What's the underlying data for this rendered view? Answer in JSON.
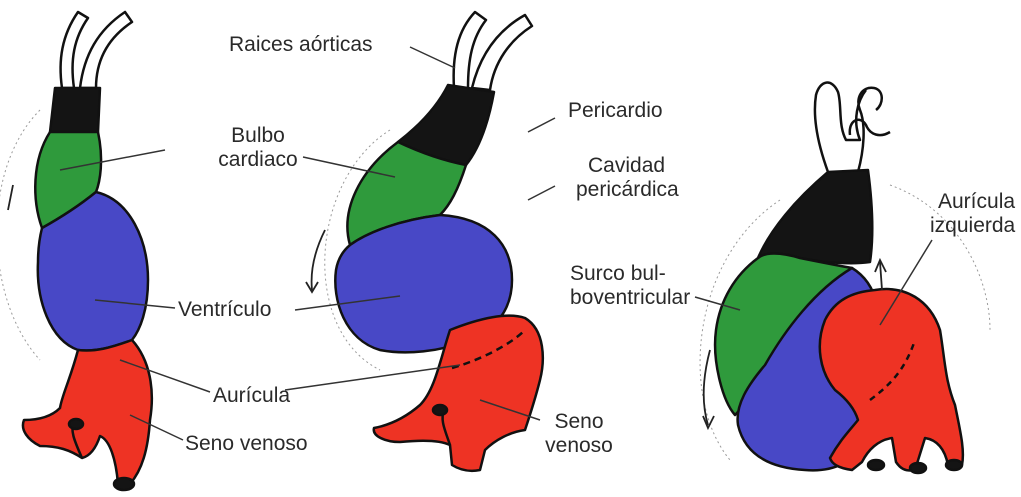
{
  "labels": {
    "raices_aorticas": "Raices aórticas",
    "bulbo_line1": "Bulbo",
    "bulbo_line2": "cardiaco",
    "pericardio": "Pericardio",
    "cavidad_line1": "Cavidad",
    "cavidad_line2": "pericárdica",
    "ventriculo": "Ventrículo",
    "auricula": "Aurícula",
    "seno_venoso": "Seno venoso",
    "seno_line1": "Seno",
    "seno_line2": "venoso",
    "surco_line1": "Surco bul-",
    "surco_line2": "boventricular",
    "auricula_izq_line1": "Aurícula",
    "auricula_izq_line2": "izquierda"
  },
  "colors": {
    "bulbo": "#2f9a3c",
    "ventriculo": "#4848c6",
    "auricula": "#ee3324",
    "tronco": "#141414",
    "outline": "#111111"
  }
}
